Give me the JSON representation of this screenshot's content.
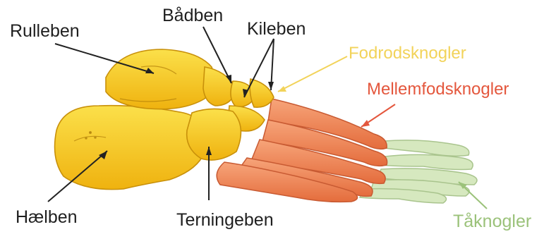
{
  "labels": {
    "rulleben": "Rulleben",
    "badben": "Bådben",
    "kileben": "Kileben",
    "fodrodsknogler": "Fodrodsknogler",
    "mellemfodsknogler": "Mellemfodsknogler",
    "haelben": "Hælben",
    "terningeben": "Terningeben",
    "taknogler": "Tåknogler"
  },
  "colors": {
    "tarsal_bone": "#f6c51e",
    "tarsal_bone_dark": "#d9a00f",
    "metatarsal": "#f08a5a",
    "metatarsal_dark": "#d8603a",
    "phalanx": "#cfe2b5",
    "label_dark": "#1f1f1f",
    "label_yellow": "#f2d35a",
    "label_red": "#e4573d",
    "label_green": "#9bc27a"
  }
}
